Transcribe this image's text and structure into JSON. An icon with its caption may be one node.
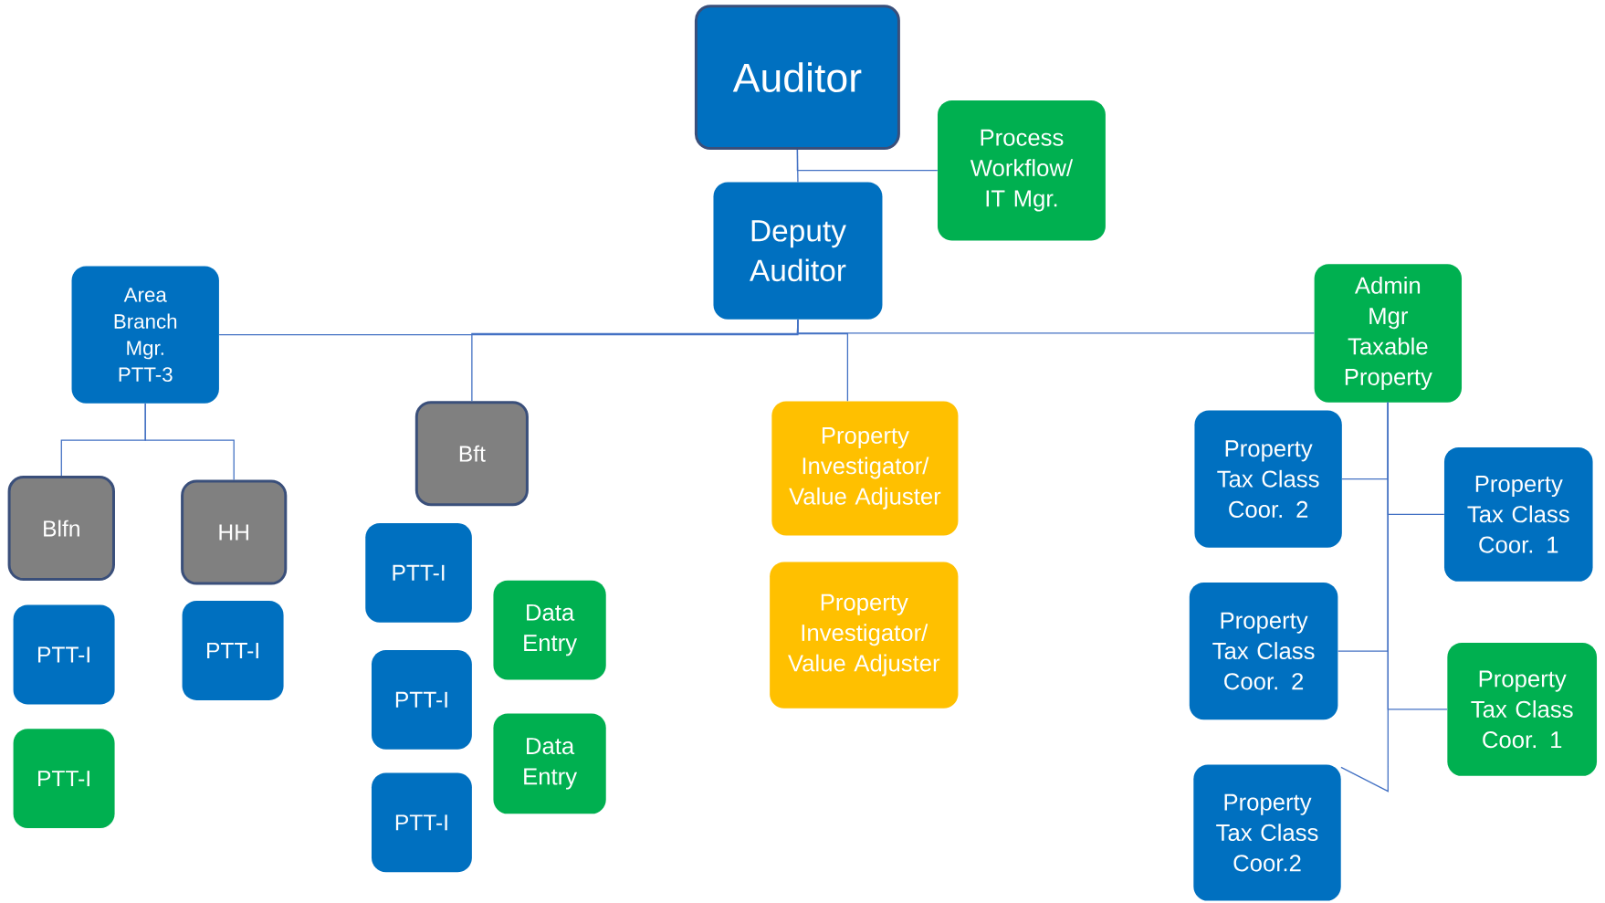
{
  "diagram": {
    "nodes": [
      {
        "text": [
          "Auditor"
        ]
      },
      {
        "text": [
          "Process Workflow/ IT Mgr."
        ]
      },
      {
        "text": [
          "Deputy Auditor"
        ]
      },
      {
        "text": [
          "Area Branch Mgr. PTT-3"
        ]
      },
      {
        "text": [
          "Admin Mgr Taxable Property"
        ]
      },
      {
        "text": [
          "Blfn"
        ]
      },
      {
        "text": [
          "HH"
        ]
      },
      {
        "text": [
          "Bft"
        ]
      },
      {
        "text": [
          "Property Investigator/ Value Adjuster"
        ]
      },
      {
        "text": [
          "Property Investigator/ Value Adjuster"
        ]
      },
      {
        "text": [
          "PTT-I"
        ]
      },
      {
        "text": [
          "PTT-I"
        ]
      },
      {
        "text": [
          "PTT-I"
        ]
      },
      {
        "text": [
          "PTT-I"
        ]
      },
      {
        "text": [
          "Data Entry"
        ]
      },
      {
        "text": [
          "PTT-I"
        ]
      },
      {
        "text": [
          "Data Entry"
        ]
      },
      {
        "text": [
          "PTT-I"
        ]
      },
      {
        "text": [
          "Property Tax Class Coor. 2"
        ]
      },
      {
        "text": [
          "Property Tax Class Coor. 1"
        ]
      },
      {
        "text": [
          "Property Tax Class Coor. 2"
        ]
      },
      {
        "text": [
          "Property Tax Class Coor. 1"
        ]
      },
      {
        "text": [
          "Property Tax Class Coor.2"
        ]
      }
    ],
    "edges": [
      {
        "from": 0,
        "to": 2,
        "arrow": "none"
      },
      {
        "from": 0,
        "to": 1,
        "arrow": "none"
      },
      {
        "from": 2,
        "to": 3,
        "arrow": "none"
      },
      {
        "from": 2,
        "to": 4,
        "arrow": "none"
      },
      {
        "from": 2,
        "to": 7,
        "arrow": "none"
      },
      {
        "from": 2,
        "to": 8,
        "arrow": "none"
      },
      {
        "from": 3,
        "to": 5,
        "arrow": "none"
      },
      {
        "from": 3,
        "to": 6,
        "arrow": "none"
      },
      {
        "from": 4,
        "to": 18,
        "arrow": "none"
      },
      {
        "from": 4,
        "to": 19,
        "arrow": "none"
      },
      {
        "from": 4,
        "to": 20,
        "arrow": "none"
      },
      {
        "from": 4,
        "to": 21,
        "arrow": "none"
      },
      {
        "from": 4,
        "to": 22,
        "arrow": "none"
      }
    ]
  }
}
